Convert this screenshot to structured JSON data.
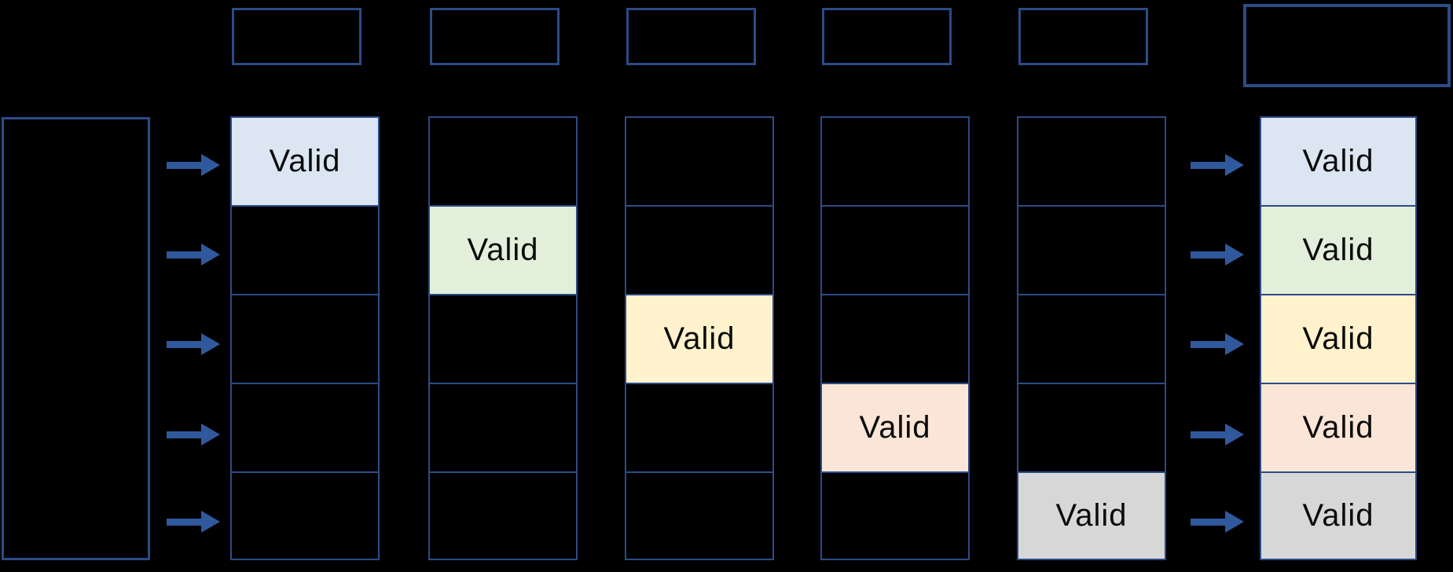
{
  "labels": {
    "valid": "Valid"
  },
  "colors": {
    "background": "#000000",
    "border": "#2c4b87",
    "arrow": "#30589c",
    "fill_blue": "#dce6f2",
    "fill_green": "#e2efda",
    "fill_yellow": "#fff2cc",
    "fill_peach": "#fbe5d6",
    "fill_gray": "#d7d7d7"
  },
  "diagram": {
    "grid_rows": 5,
    "stage_columns": [
      {
        "valid_row": 1,
        "fill": "blue"
      },
      {
        "valid_row": 2,
        "fill": "green"
      },
      {
        "valid_row": 3,
        "fill": "yellow"
      },
      {
        "valid_row": 4,
        "fill": "peach"
      },
      {
        "valid_row": 5,
        "fill": "gray"
      }
    ],
    "result_column_fills": [
      "blue",
      "green",
      "yellow",
      "peach",
      "gray"
    ]
  }
}
